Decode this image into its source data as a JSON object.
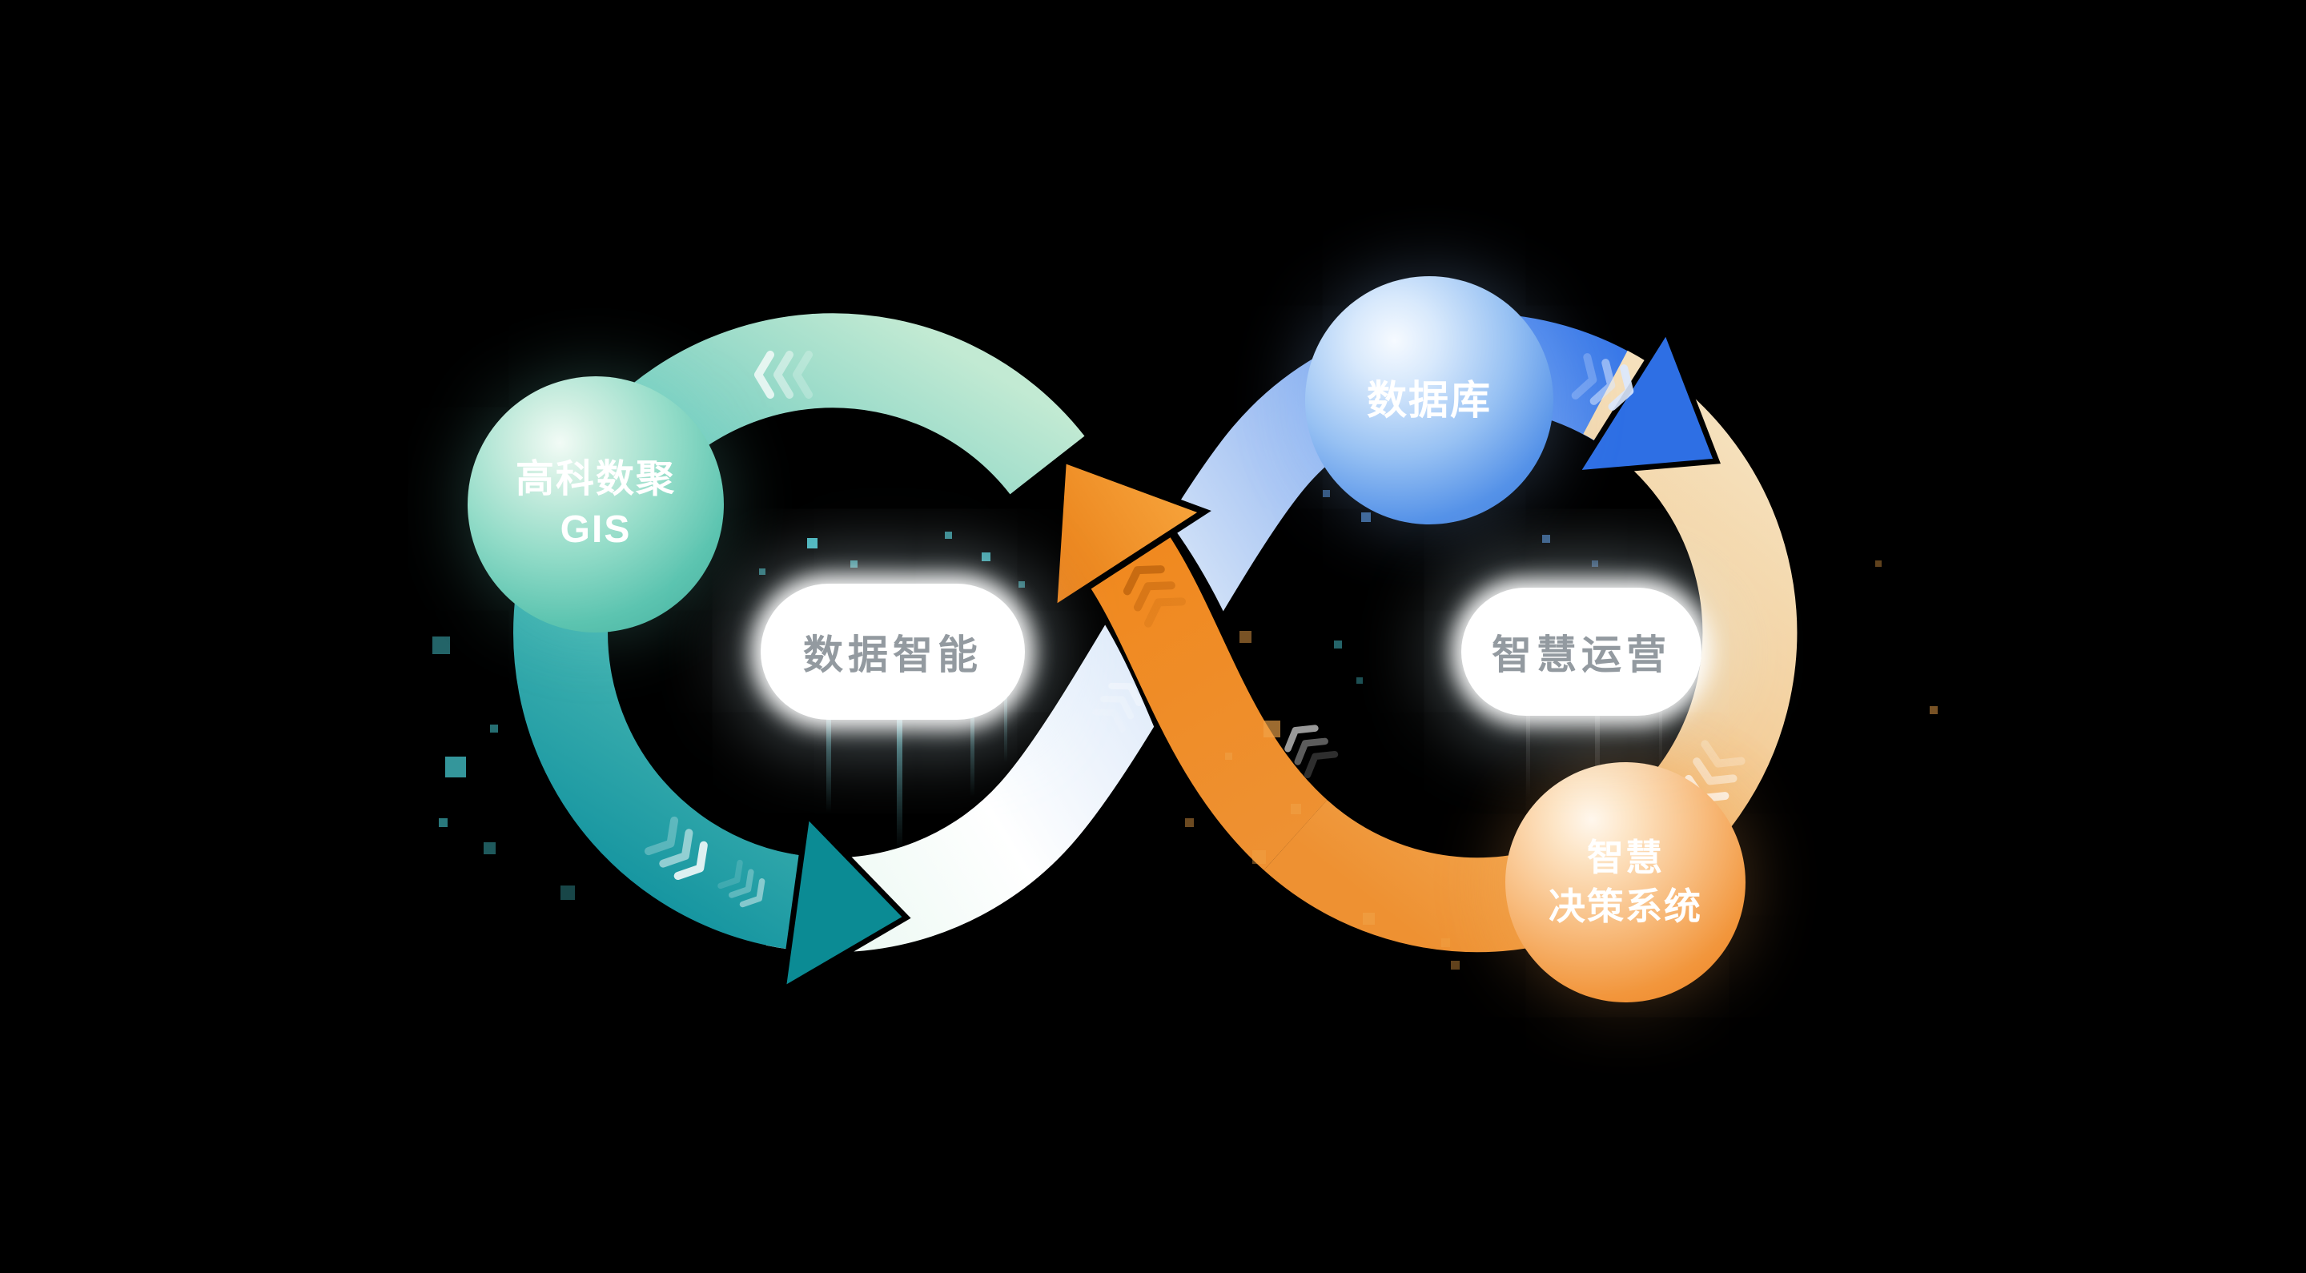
{
  "diagram": {
    "type": "infinity-loop-flow",
    "background": "#000000",
    "nodes": {
      "gis": {
        "line1": "高科数聚",
        "line2": "GIS",
        "color": "#4db8a8"
      },
      "database": {
        "label": "数据库",
        "color": "#4a8ee6"
      },
      "decision": {
        "line1": "智慧",
        "line2": "决策系统",
        "color": "#f0953a"
      }
    },
    "pills": {
      "left": {
        "label": "数据智能"
      },
      "right": {
        "label": "智慧运营"
      }
    },
    "palette": {
      "teal_dark": "#13929f",
      "teal_light": "#bfe9d4",
      "blue": "#3a79e8",
      "cream": "#f4d3a0",
      "orange": "#ee9132",
      "pill_text": "#939aa0"
    },
    "icons": [
      "arrowhead-teal-icon",
      "arrowhead-blue-icon",
      "arrowhead-orange-icon",
      "chevron-flow-icon"
    ]
  }
}
